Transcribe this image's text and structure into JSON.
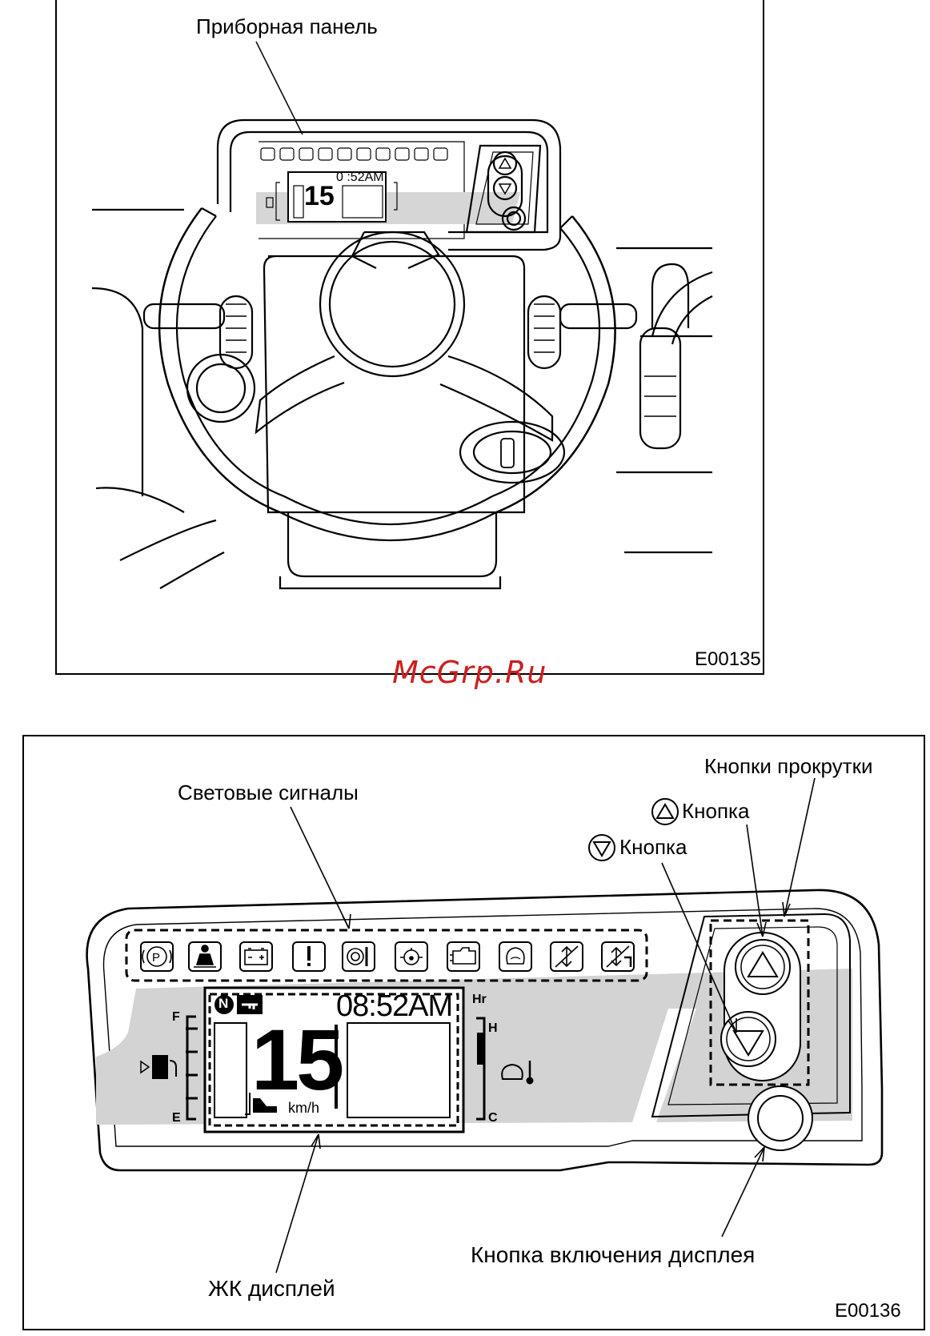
{
  "figure1": {
    "callout_panel": "Приборная панель",
    "code": "E00135",
    "lcd": {
      "time": "0 :52AM",
      "speed": "15"
    }
  },
  "watermark": "McGrp.Ru",
  "figure2": {
    "code": "E00136",
    "callout_signals": "Световые сигналы",
    "callout_scroll": "Кнопки прокрутки",
    "callout_up": "Кнопка",
    "callout_down": "Кнопка",
    "callout_lcd": "ЖК дисплей",
    "callout_display_btn": "Кнопка включения дисплея",
    "lcd": {
      "time": "08:52AM",
      "speed": "15",
      "speed_unit": "km/h",
      "neutral": "N",
      "hours_label": "Hr",
      "fuel_full": "F",
      "fuel_empty": "E",
      "temp_hot": "H",
      "temp_cold": "C"
    },
    "lamp_icons": [
      "parking-brake-icon",
      "seatbelt-icon",
      "battery-icon",
      "warning-icon",
      "transmission-temp-icon",
      "oil-pressure-icon",
      "engine-check-icon",
      "glow-plug-icon",
      "fork-up-icon",
      "fork-tilt-icon"
    ]
  }
}
